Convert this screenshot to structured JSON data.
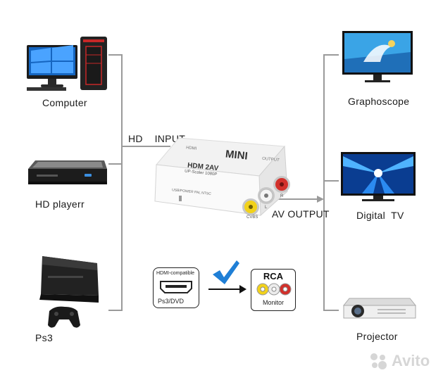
{
  "sources": [
    {
      "id": "computer",
      "label": "Computer",
      "icon": "computer-icon"
    },
    {
      "id": "hd_player",
      "label": "HD playerr",
      "icon": "hd-player-icon"
    },
    {
      "id": "ps3",
      "label": "Ps3",
      "icon": "game-console-icon"
    }
  ],
  "outputs": [
    {
      "id": "graphoscope",
      "label": "Graphoscope",
      "icon": "tv-icon"
    },
    {
      "id": "digital_tv",
      "label": "Digital  TV",
      "icon": "tv-icon"
    },
    {
      "id": "projector",
      "label": "Projector",
      "icon": "projector-icon"
    }
  ],
  "input_label": "HD    INPUT",
  "output_label": "AV OUTPUT",
  "device": {
    "brand": "MINI",
    "model": "HDM 2AV",
    "subtitle": "UP-Scaler 1080P",
    "port_hdmi": "HDMI",
    "port_output": "OUTPUT",
    "side_text": "USB/POWER PAL NTSC",
    "jack_labels": [
      "CVBS",
      "L",
      "R"
    ]
  },
  "legend": {
    "hdmi_box_title": "HDMI-compatible",
    "hdmi_box_subtitle": "Ps3/DVD",
    "rca_title": "RCA",
    "rca_subtitle": "Monitor"
  },
  "watermark": "Avito",
  "colors": {
    "wire": "#9a9a9a",
    "check": "#1f7fd6",
    "jack_yellow": "#f2d21b",
    "jack_white": "#f4f4f4",
    "jack_red": "#d2302b"
  }
}
